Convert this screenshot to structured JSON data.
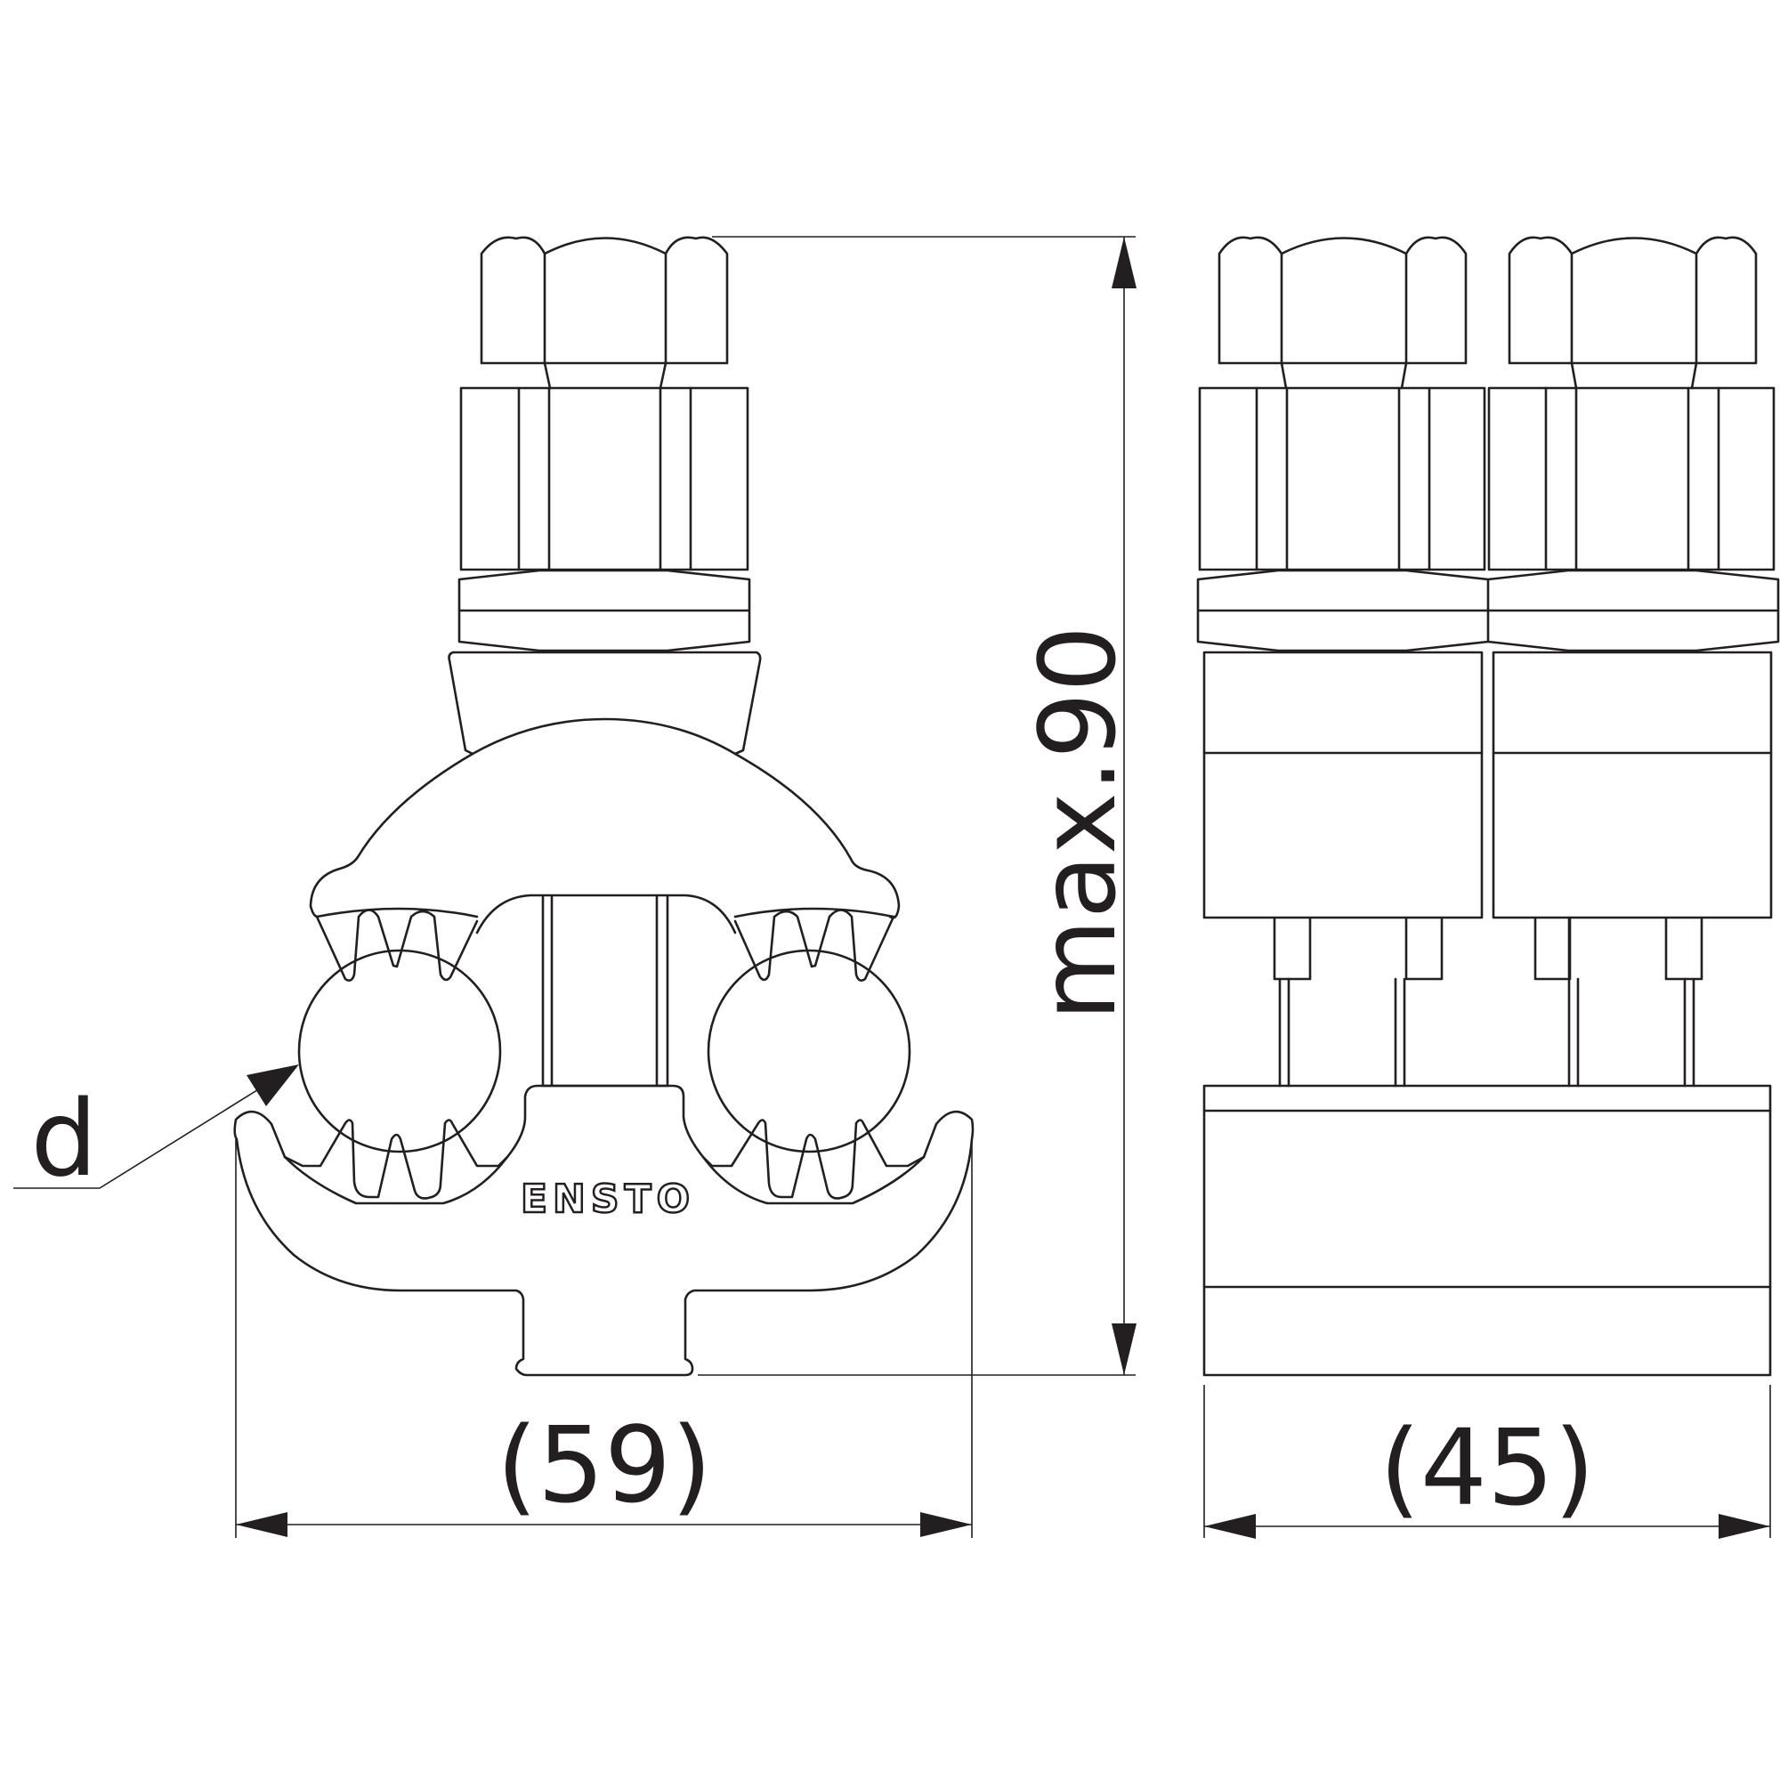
{
  "labels": {
    "dim_height": "max.90",
    "dim_width_front": "(59)",
    "dim_width_side": "(45)",
    "dim_diameter": "d",
    "brand_logo": "ENSTO"
  },
  "colors": {
    "ink": "#231f20",
    "background": "#ffffff"
  }
}
